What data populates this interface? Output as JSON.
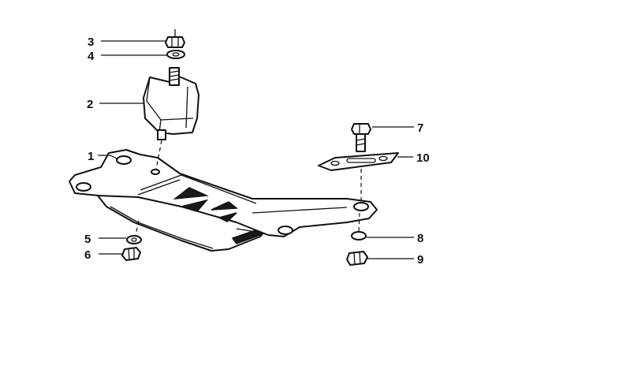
{
  "diagram": {
    "callouts": [
      {
        "id": "3",
        "label": "3"
      },
      {
        "id": "4",
        "label": "4"
      },
      {
        "id": "2",
        "label": "2"
      },
      {
        "id": "1",
        "label": "1"
      },
      {
        "id": "7",
        "label": "7"
      },
      {
        "id": "10",
        "label": "10"
      },
      {
        "id": "5",
        "label": "5"
      },
      {
        "id": "6",
        "label": "6"
      },
      {
        "id": "8",
        "label": "8"
      },
      {
        "id": "9",
        "label": "9"
      }
    ],
    "parts": [
      {
        "callout": "1",
        "name": "crossmember"
      },
      {
        "callout": "2",
        "name": "rubber-mount"
      },
      {
        "callout": "3",
        "name": "nut"
      },
      {
        "callout": "4",
        "name": "washer"
      },
      {
        "callout": "5",
        "name": "washer"
      },
      {
        "callout": "6",
        "name": "nut"
      },
      {
        "callout": "7",
        "name": "bolt"
      },
      {
        "callout": "8",
        "name": "washer"
      },
      {
        "callout": "9",
        "name": "nut"
      },
      {
        "callout": "10",
        "name": "plate"
      }
    ]
  }
}
